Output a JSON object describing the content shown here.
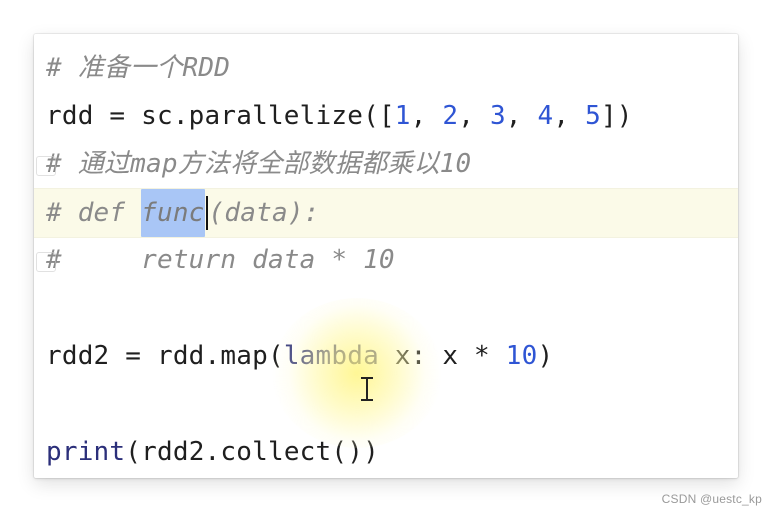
{
  "editor": {
    "lines": {
      "l1": {
        "comment": "# 准备一个RDD"
      },
      "l2": {
        "pre": "rdd = sc.parallelize([",
        "n1": "1",
        "sep1": ", ",
        "n2": "2",
        "sep2": ", ",
        "n3": "3",
        "sep3": ", ",
        "n4": "4",
        "sep4": ", ",
        "n5": "5",
        "post": "])"
      },
      "l3": {
        "comment": "# 通过map方法将全部数据都乘以10"
      },
      "l4": {
        "pre": "# def ",
        "selected": "func",
        "post": "(data):"
      },
      "l5": {
        "comment": "#     return data * 10"
      },
      "l6": {
        "pre": "rdd2 = rdd.map(",
        "lam1": "lam",
        "lam2": "bda",
        "post1": " x: x * ",
        "num": "10",
        "post2": ")"
      },
      "l7": {
        "fn": "print",
        "post": "(rdd2.collect())"
      }
    }
  },
  "watermark": {
    "text": "CSDN @uestc_kp"
  },
  "colors": {
    "comment": "#8a8a8a",
    "number": "#2f55d4",
    "builtin": "#2b2f7a",
    "selection": "#a9c6f6",
    "current_line": "#fbfae8",
    "mouse_highlight": "#fff478"
  },
  "icons": {
    "fold_marker": "fold-marker-icon",
    "text_cursor": "i-beam-icon"
  }
}
